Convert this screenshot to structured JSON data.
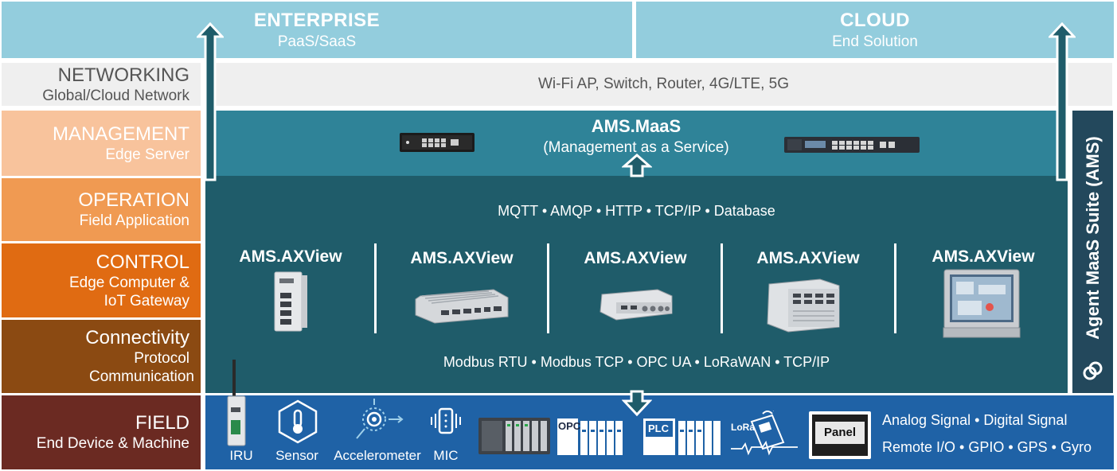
{
  "layers": [
    {
      "title": "NETWORKING",
      "subtitle": "Global/Cloud Network",
      "color": "#efefef"
    },
    {
      "title": "MANAGEMENT",
      "subtitle": "Edge Server",
      "color": "#f8c39c"
    },
    {
      "title": "OPERATION",
      "subtitle": "Field Application",
      "color": "#f09a52"
    },
    {
      "title": "CONTROL",
      "subtitle": "Edge Computer & IoT Gateway",
      "color": "#e06b12"
    },
    {
      "title": "Connectivity",
      "subtitle": "Protocol Communication",
      "color": "#8b4a12"
    },
    {
      "title": "FIELD",
      "subtitle": "End Device & Machine",
      "color": "#6b2a22"
    }
  ],
  "top": {
    "enterprise": {
      "title": "ENTERPRISE",
      "subtitle": "PaaS/SaaS"
    },
    "cloud": {
      "title": "CLOUD",
      "subtitle": "End Solution"
    }
  },
  "networking_text": "Wi-Fi AP, Switch, Router, 4G/LTE, 5G",
  "maas": {
    "title": "AMS.MaaS",
    "subtitle": "(Management as a Service)"
  },
  "protocols_top": "MQTT • AMQP • HTTP • TCP/IP • Database",
  "protocols_bottom": "Modbus RTU • Modbus TCP • OPC UA • LoRaWAN • TCP/IP",
  "axview_label": "AMS.AXView",
  "side_label": "Agent MaaS Suite (AMS)",
  "field_items": {
    "iru": "IRU",
    "sensor": "Sensor",
    "accelerometer": "Accelerometer",
    "mic": "MIC",
    "opc": "OPC",
    "plc": "PLC",
    "lora": "LoRa",
    "panel": "Panel"
  },
  "signals": {
    "line1": "Analog Signal • Digital Signal",
    "line2": "Remote I/O • GPIO • GPS • Gyro"
  },
  "colors": {
    "top_band": "#93cddd",
    "maas_band": "#2f8398",
    "main_band": "#1f5c6a",
    "side_band": "#23485c",
    "field_band": "#1f62a6",
    "arrow": "#1f5c6a"
  }
}
